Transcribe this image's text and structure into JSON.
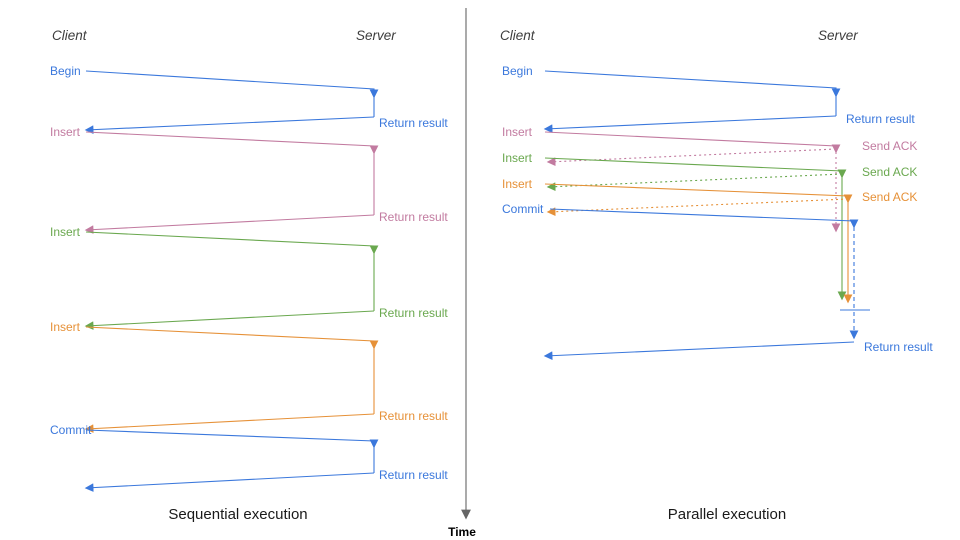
{
  "colors": {
    "blue": "#3b78dc",
    "pink": "#c27ba0",
    "green": "#6aa84f",
    "orange": "#e69138",
    "axis": "#666666"
  },
  "time_axis": {
    "label": "Time"
  },
  "left": {
    "title": "Sequential execution",
    "client": "Client",
    "server": "Server",
    "ops": [
      {
        "label": "Begin",
        "result": "Return result"
      },
      {
        "label": "Insert",
        "result": "Return result"
      },
      {
        "label": "Insert",
        "result": "Return result"
      },
      {
        "label": "Insert",
        "result": "Return result"
      },
      {
        "label": "Commit",
        "result": "Return result"
      }
    ]
  },
  "right": {
    "title": "Parallel execution",
    "client": "Client",
    "server": "Server",
    "ops": [
      {
        "label": "Begin",
        "result": "Return result"
      },
      {
        "label": "Insert",
        "ack": "Send ACK"
      },
      {
        "label": "Insert",
        "ack": "Send ACK"
      },
      {
        "label": "Insert",
        "ack": "Send ACK"
      },
      {
        "label": "Commit",
        "result": "Return result"
      }
    ]
  }
}
